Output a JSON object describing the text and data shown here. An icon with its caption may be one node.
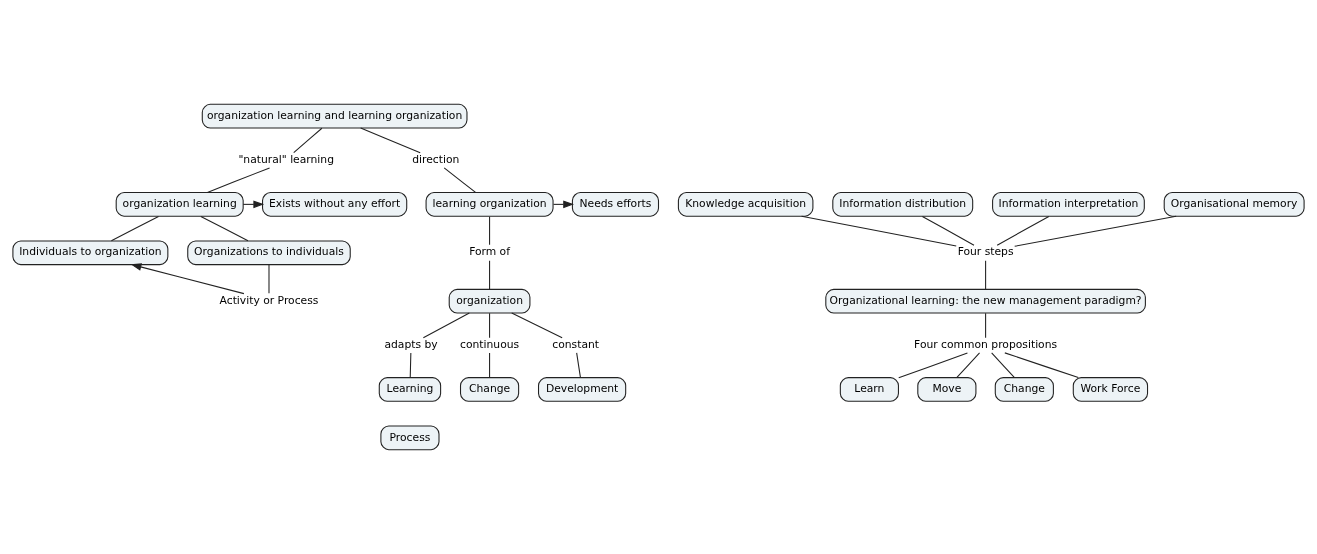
{
  "diagram": {
    "nodes": [
      {
        "text": [
          "organization learning and learning organization"
        ]
      },
      {
        "text": [
          "\"natural\" learning"
        ]
      },
      {
        "text": [
          "direction"
        ]
      },
      {
        "text": [
          "Exists without any effort"
        ]
      },
      {
        "text": [
          "organization learning"
        ]
      },
      {
        "text": [
          "learning organization"
        ]
      },
      {
        "text": [
          "Needs efforts"
        ]
      },
      {
        "text": [
          "Individuals to organization"
        ]
      },
      {
        "text": [
          "Organizations to individuals"
        ]
      },
      {
        "text": [
          "Form of"
        ]
      },
      {
        "text": [
          "organization"
        ]
      },
      {
        "text": [
          "Activity or Process"
        ]
      },
      {
        "text": [
          "adapts by"
        ]
      },
      {
        "text": [
          "continuous"
        ]
      },
      {
        "text": [
          "constant"
        ]
      },
      {
        "text": [
          "Learning"
        ]
      },
      {
        "text": [
          "Change"
        ]
      },
      {
        "text": [
          "Development"
        ]
      },
      {
        "text": [
          "Process"
        ]
      },
      {
        "text": [
          "Information distribution"
        ]
      },
      {
        "text": [
          "Information interpretation"
        ]
      },
      {
        "text": [
          "Knowledge acquisition"
        ]
      },
      {
        "text": [
          "Organisational memory"
        ]
      },
      {
        "text": [
          "Four steps"
        ]
      },
      {
        "text": [
          "Organizational learning: the new management paradigm?"
        ]
      },
      {
        "text": [
          "Four common propositions"
        ]
      },
      {
        "text": [
          "Learn"
        ]
      },
      {
        "text": [
          "Move"
        ]
      },
      {
        "text": [
          "Change"
        ]
      },
      {
        "text": [
          "Work Force"
        ]
      }
    ],
    "edges": [
      {
        "from": 0,
        "to": 1,
        "arrow": "none"
      },
      {
        "from": 1,
        "to": 4,
        "arrow": "none"
      },
      {
        "from": 0,
        "to": 2,
        "arrow": "none"
      },
      {
        "from": 2,
        "to": 5,
        "arrow": "none"
      },
      {
        "from": 4,
        "to": 3,
        "arrow": "to"
      },
      {
        "from": 5,
        "to": 6,
        "arrow": "to"
      },
      {
        "from": 4,
        "to": 7,
        "arrow": "none"
      },
      {
        "from": 4,
        "to": 8,
        "arrow": "none"
      },
      {
        "from": 8,
        "to": 11,
        "arrow": "none"
      },
      {
        "from": 11,
        "to": 7,
        "arrow": "to"
      },
      {
        "from": 5,
        "to": 9,
        "arrow": "none"
      },
      {
        "from": 9,
        "to": 10,
        "arrow": "none"
      },
      {
        "from": 10,
        "to": 12,
        "arrow": "none"
      },
      {
        "from": 12,
        "to": 15,
        "arrow": "none"
      },
      {
        "from": 10,
        "to": 13,
        "arrow": "none"
      },
      {
        "from": 13,
        "to": 16,
        "arrow": "none"
      },
      {
        "from": 10,
        "to": 14,
        "arrow": "none"
      },
      {
        "from": 14,
        "to": 17,
        "arrow": "none"
      },
      {
        "from": 21,
        "to": 23,
        "arrow": "none"
      },
      {
        "from": 19,
        "to": 23,
        "arrow": "none"
      },
      {
        "from": 20,
        "to": 23,
        "arrow": "none"
      },
      {
        "from": 22,
        "to": 23,
        "arrow": "none"
      },
      {
        "from": 23,
        "to": 24,
        "arrow": "none"
      },
      {
        "from": 24,
        "to": 25,
        "arrow": "none"
      },
      {
        "from": 25,
        "to": 26,
        "arrow": "none"
      },
      {
        "from": 25,
        "to": 27,
        "arrow": "none"
      },
      {
        "from": 25,
        "to": 28,
        "arrow": "none"
      },
      {
        "from": 25,
        "to": 29,
        "arrow": "none"
      }
    ]
  }
}
